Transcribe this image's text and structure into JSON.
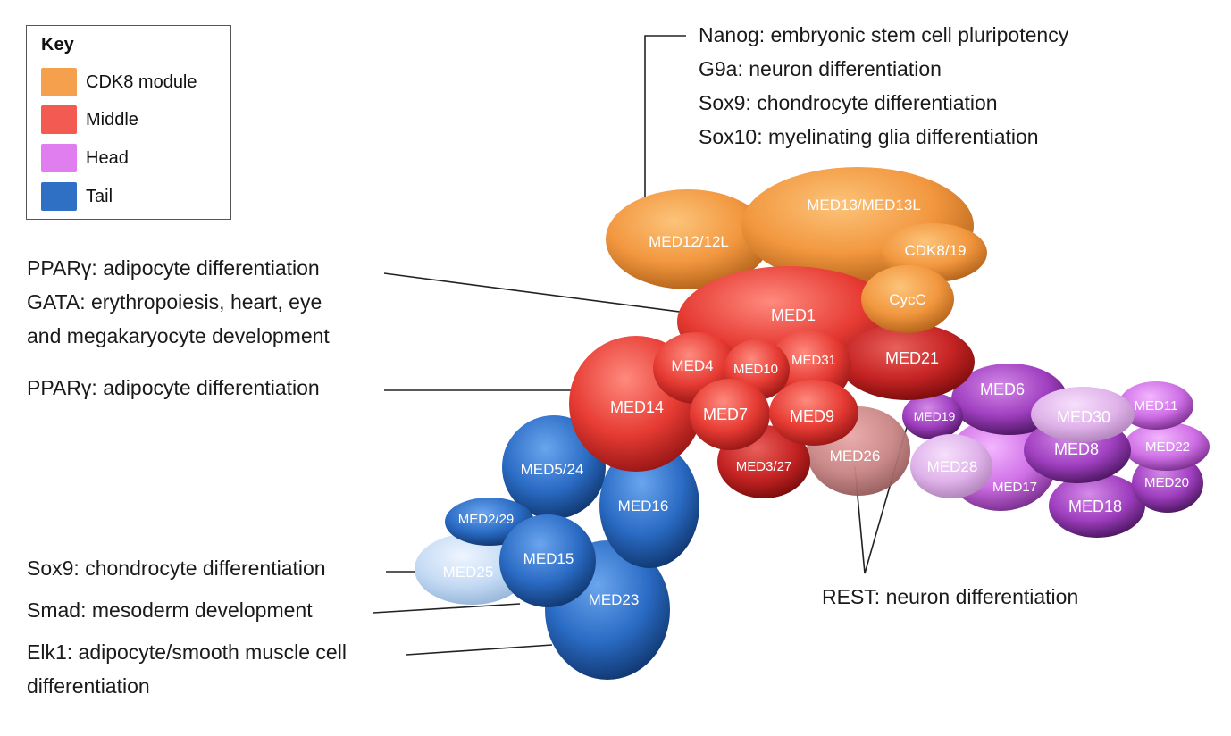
{
  "key": {
    "title": "Key",
    "items": [
      {
        "label": "CDK8 module",
        "color": "#f5a04d"
      },
      {
        "label": "Middle",
        "color": "#f25a52"
      },
      {
        "label": "Head",
        "color": "#e07ef0"
      },
      {
        "label": "Tail",
        "color": "#2f6fc4"
      }
    ]
  },
  "annotations": {
    "cdk8_lines": [
      "Nanog: embryonic stem cell pluripotency",
      "G9a: neuron differentiation",
      "Sox9: chondrocyte differentiation",
      "Sox10: myelinating glia differentiation"
    ],
    "med1_lines": [
      "PPARγ: adipocyte differentiation",
      "GATA: erythropoiesis, heart, eye",
      "and megakaryocyte development"
    ],
    "med14_lines": [
      "PPARγ: adipocyte differentiation"
    ],
    "med25_lines": [
      "Sox9: chondrocyte differentiation"
    ],
    "med15_lines": [
      "Smad: mesoderm development"
    ],
    "med23_lines": [
      "Elk1: adipocyte/smooth muscle cell",
      "differentiation"
    ],
    "med19_26_lines": [
      "REST: neuron differentiation"
    ]
  },
  "subunits": [
    {
      "label": "MED13/MED13L",
      "module": "cdk8"
    },
    {
      "label": "MED12/12L",
      "module": "cdk8"
    },
    {
      "label": "CDK8/19",
      "module": "cdk8"
    },
    {
      "label": "CycC",
      "module": "cdk8"
    },
    {
      "label": "MED1",
      "module": "middle"
    },
    {
      "label": "MED21",
      "module": "middle"
    },
    {
      "label": "MED14",
      "module": "middle"
    },
    {
      "label": "MED4",
      "module": "middle"
    },
    {
      "label": "MED10",
      "module": "middle"
    },
    {
      "label": "MED31",
      "module": "middle"
    },
    {
      "label": "MED7",
      "module": "middle"
    },
    {
      "label": "MED9",
      "module": "middle"
    },
    {
      "label": "MED3/27",
      "module": "middle"
    },
    {
      "label": "MED26",
      "module": "middle"
    },
    {
      "label": "MED6",
      "module": "head"
    },
    {
      "label": "MED19",
      "module": "head"
    },
    {
      "label": "MED30",
      "module": "head"
    },
    {
      "label": "MED11",
      "module": "head"
    },
    {
      "label": "MED8",
      "module": "head"
    },
    {
      "label": "MED22",
      "module": "head"
    },
    {
      "label": "MED28",
      "module": "head"
    },
    {
      "label": "MED17",
      "module": "head"
    },
    {
      "label": "MED20",
      "module": "head"
    },
    {
      "label": "MED18",
      "module": "head"
    },
    {
      "label": "MED5/24",
      "module": "tail"
    },
    {
      "label": "MED16",
      "module": "tail"
    },
    {
      "label": "MED2/29",
      "module": "tail"
    },
    {
      "label": "MED25",
      "module": "tail"
    },
    {
      "label": "MED15",
      "module": "tail"
    },
    {
      "label": "MED23",
      "module": "tail"
    }
  ]
}
